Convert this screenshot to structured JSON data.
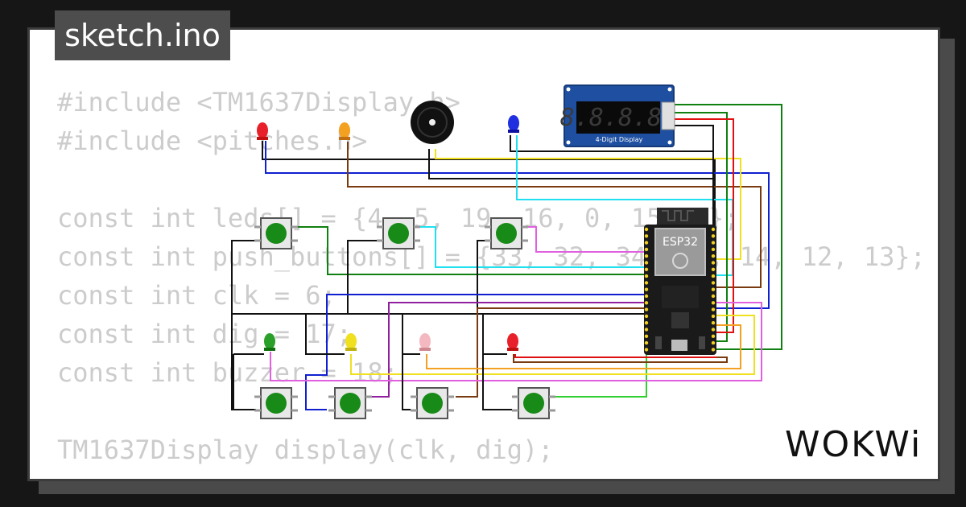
{
  "tab_title": "sketch.ino",
  "code_lines": [
    "#include <TM1637Display.h>",
    "#include <pitches.h>",
    "",
    "const int leds[] = {4, 5, 19, 16, 0, 15, 2};",
    "const int push_buttons[] = {33, 32, 34, 27, 14, 12, 13};",
    "const int clk = 6;",
    "const int dig = 17;",
    "const int buzzer = 18;",
    "",
    "TM1637Display display(clk, dig);"
  ],
  "board_label": "ESP32",
  "display_label": "4-Digit Display",
  "display_digits": "8.8.8.8.",
  "logo_text": "WOKWi",
  "colors": {
    "led_red": "#e8202a",
    "led_orange": "#f4a020",
    "led_blue": "#2030e0",
    "led_green": "#2aa02a",
    "led_yellow": "#f0e020",
    "led_pink": "#f4b8c0",
    "button_cap": "#178a17",
    "board": "#1a1a1a",
    "display_body": "#1e4fa0"
  }
}
